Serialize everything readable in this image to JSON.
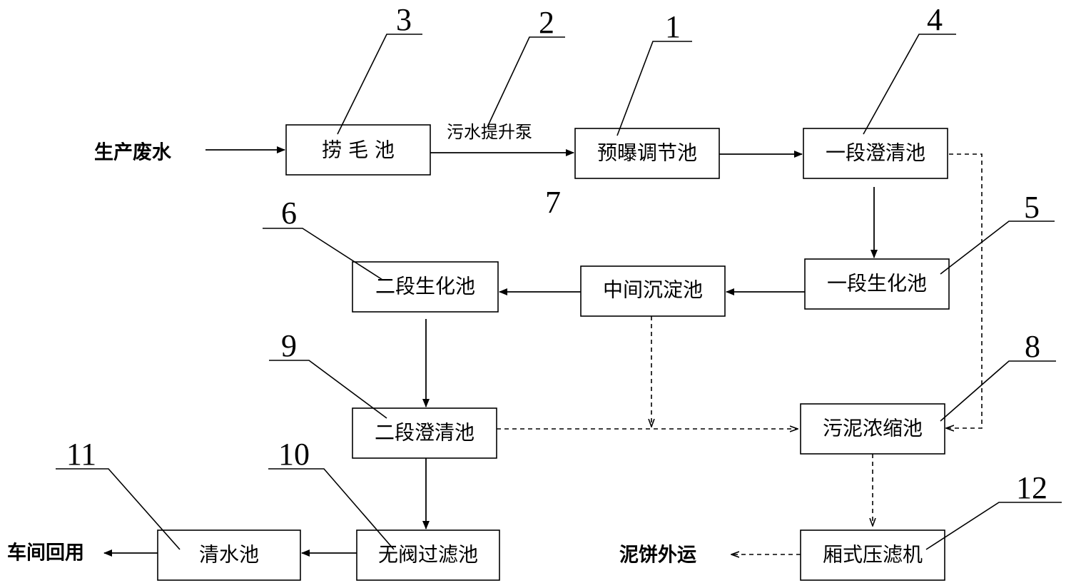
{
  "terminals": {
    "input": "生产废水",
    "reuse": "车间回用",
    "sludge_out": "泥饼外运"
  },
  "pump_label": "污水提升泵",
  "boxes": {
    "hair_tank": "捞 毛 池",
    "pre_aeration": "预曝调节池",
    "clarifier_1": "一段澄清池",
    "bio_1": "一段生化池",
    "intermediate": "中间沉淀池",
    "bio_2": "二段生化池",
    "clarifier_2": "二段澄清池",
    "sludge_thickener": "污泥浓缩池",
    "filter": "无阀过滤池",
    "clear_tank": "清水池",
    "filter_press": "厢式压滤机"
  },
  "numbers": {
    "n1": "1",
    "n2": "2",
    "n3": "3",
    "n4": "4",
    "n5": "5",
    "n6": "6",
    "n7": "7",
    "n8": "8",
    "n9": "9",
    "n10": "10",
    "n11": "11",
    "n12": "12"
  }
}
